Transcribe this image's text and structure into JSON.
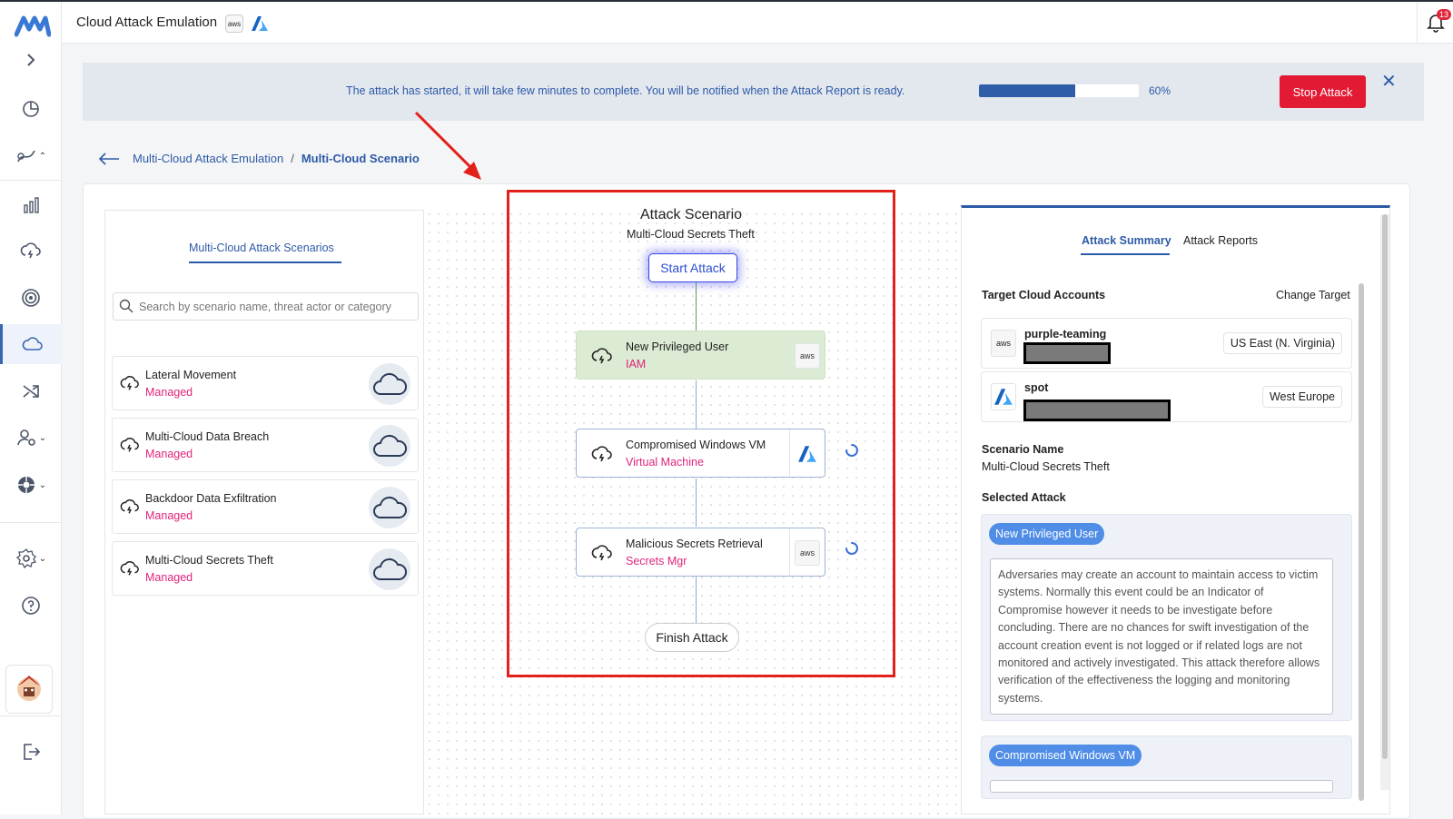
{
  "app": {
    "title": "Cloud Attack Emulation",
    "aws_badge": "aws",
    "notification_count": "13"
  },
  "sidebar": {
    "items": [
      {
        "icon": "expand-chevron-icon"
      },
      {
        "icon": "pie-chart-icon"
      },
      {
        "icon": "attack-path-icon"
      },
      {
        "icon": "bar-chart-icon"
      },
      {
        "icon": "cloud-attack-icon"
      },
      {
        "icon": "target-icon"
      },
      {
        "icon": "cloud-icon",
        "active": true
      },
      {
        "icon": "shuffle-icon"
      },
      {
        "icon": "user-gear-icon"
      },
      {
        "icon": "helm-icon"
      },
      {
        "icon": "settings-icon"
      },
      {
        "icon": "help-icon"
      },
      {
        "icon": "logout-icon"
      }
    ]
  },
  "banner": {
    "message": "The attack has started, it will take few minutes to complete. You will be notified when the Attack Report is ready.",
    "progress": 0.6,
    "progress_label": "60%",
    "stop_label": "Stop Attack",
    "close": "✕"
  },
  "breadcrumb": {
    "parent": "Multi-Cloud Attack Emulation",
    "separator": "/",
    "current": "Multi-Cloud Scenario"
  },
  "scenarios": {
    "title": "Multi-Cloud Attack Scenarios",
    "search_placeholder": "Search by scenario name, threat actor or category",
    "items": [
      {
        "name": "Lateral Movement",
        "tag": "Managed"
      },
      {
        "name": "Multi-Cloud Data Breach",
        "tag": "Managed"
      },
      {
        "name": "Backdoor Data Exfiltration",
        "tag": "Managed"
      },
      {
        "name": "Multi-Cloud Secrets Theft",
        "tag": "Managed"
      }
    ]
  },
  "flow": {
    "title": "Attack Scenario",
    "subtitle": "Multi-Cloud Secrets Theft",
    "start_label": "Start Attack",
    "finish_label": "Finish Attack",
    "nodes": [
      {
        "name": "New Privileged User",
        "type": "IAM",
        "provider": "aws",
        "status": "done"
      },
      {
        "name": "Compromised Windows VM",
        "type": "Virtual Machine",
        "provider": "azure",
        "status": "running"
      },
      {
        "name": "Malicious Secrets Retrieval",
        "type": "Secrets Mgr",
        "provider": "aws",
        "status": "running"
      }
    ]
  },
  "summary": {
    "tabs": [
      "Attack Summary",
      "Attack Reports"
    ],
    "target_label": "Target Cloud Accounts",
    "change_target": "Change Target",
    "accounts": [
      {
        "name": "purple-teaming",
        "provider": "aws",
        "region": "US East (N. Virginia)"
      },
      {
        "name": "spot",
        "provider": "azure",
        "region": "West Europe"
      }
    ],
    "scenario_name_label": "Scenario Name",
    "scenario_name": "Multi-Cloud Secrets Theft",
    "selected_attack_label": "Selected Attack",
    "attacks": [
      {
        "name": "New Privileged User",
        "description": "Adversaries may create an account to maintain access to victim systems. Normally this event could be an Indicator of Compromise however it needs to be investigate before concluding. There are no chances for swift investigation of the account creation event is not logged or if related logs are not monitored and actively investigated. This attack therefore allows verification of the effectiveness the logging and monitoring systems."
      },
      {
        "name": "Compromised Windows VM",
        "description": ""
      }
    ]
  },
  "colors": {
    "accent": "#2d5aa6",
    "danger": "#e21a34",
    "tag": "#e0247c",
    "done_node": "#dcebd3",
    "highlight": "#e3211b"
  }
}
